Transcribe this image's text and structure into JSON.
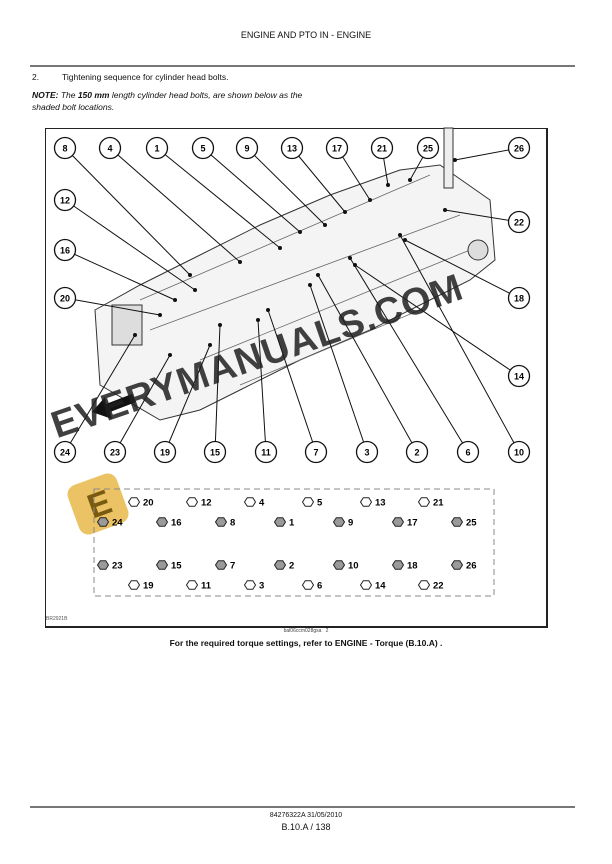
{
  "header": {
    "title": "ENGINE AND PTO IN - ENGINE"
  },
  "step": {
    "number": "2.",
    "text": "Tightening sequence for cylinder head bolts."
  },
  "note": {
    "label": "NOTE:",
    "pre": " The ",
    "bold": "150 mm",
    "post": " length cylinder head bolts, are shown below as the shaded bolt locations."
  },
  "figure": {
    "id": "BR2921B",
    "callouts": [
      "8",
      "4",
      "1",
      "5",
      "9",
      "13",
      "17",
      "21",
      "25",
      "26",
      "12",
      "16",
      "20",
      "22",
      "18",
      "14",
      "24",
      "23",
      "19",
      "15",
      "11",
      "7",
      "3",
      "2",
      "6",
      "10"
    ],
    "legend_rows": [
      [
        {
          "n": "20",
          "shaded": false
        },
        {
          "n": "12",
          "shaded": false
        },
        {
          "n": "4",
          "shaded": false
        },
        {
          "n": "5",
          "shaded": false
        },
        {
          "n": "13",
          "shaded": false
        },
        {
          "n": "21",
          "shaded": false
        }
      ],
      [
        {
          "n": "24",
          "shaded": true
        },
        {
          "n": "16",
          "shaded": true
        },
        {
          "n": "8",
          "shaded": true
        },
        {
          "n": "1",
          "shaded": true
        },
        {
          "n": "9",
          "shaded": true
        },
        {
          "n": "17",
          "shaded": true
        },
        {
          "n": "25",
          "shaded": true
        }
      ],
      [
        {
          "n": "23",
          "shaded": true
        },
        {
          "n": "15",
          "shaded": true
        },
        {
          "n": "7",
          "shaded": true
        },
        {
          "n": "2",
          "shaded": true
        },
        {
          "n": "10",
          "shaded": true
        },
        {
          "n": "18",
          "shaded": true
        },
        {
          "n": "26",
          "shaded": true
        }
      ],
      [
        {
          "n": "19",
          "shaded": false
        },
        {
          "n": "11",
          "shaded": false
        },
        {
          "n": "3",
          "shaded": false
        },
        {
          "n": "6",
          "shaded": false
        },
        {
          "n": "14",
          "shaded": false
        },
        {
          "n": "22",
          "shaded": false
        }
      ]
    ],
    "shade_color": "#9a9a9a"
  },
  "caption": {
    "code": "bal06ccm028gsa",
    "num": "2"
  },
  "reference": "For the required torque settings, refer to ENGINE - Torque (B.10.A) .",
  "footer": {
    "doc": "84276322A 31/05/2010",
    "page": "B.10.A / 138"
  },
  "watermark": {
    "text": "EVERYMANUALS.COM",
    "logo_letter": "E",
    "logo_color": "#e8b84a"
  }
}
